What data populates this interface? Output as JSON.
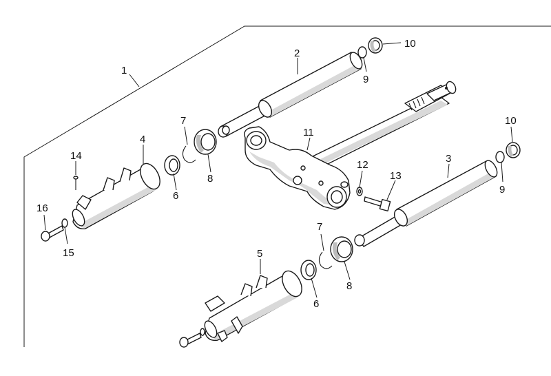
{
  "diagram": {
    "type": "exploded-parts-view",
    "part_numbers": {
      "fork_assembly": "1",
      "left_stanchion_tube": "2",
      "right_stanchion_tube": "3",
      "left_slider": "4",
      "right_slider": "5",
      "bushing_left": "6",
      "bushing_right": "6",
      "circlip_left": "7",
      "circlip_right": "7",
      "oil_seal_left": "8",
      "oil_seal_right": "8",
      "oring_left": "9",
      "oring_right": "9",
      "cap_left": "10",
      "cap_right": "10",
      "steering_yoke": "11",
      "washer": "12",
      "yoke_bolt": "13",
      "small_screw": "14",
      "seal_washer": "15",
      "drain_bolt": "16"
    }
  }
}
